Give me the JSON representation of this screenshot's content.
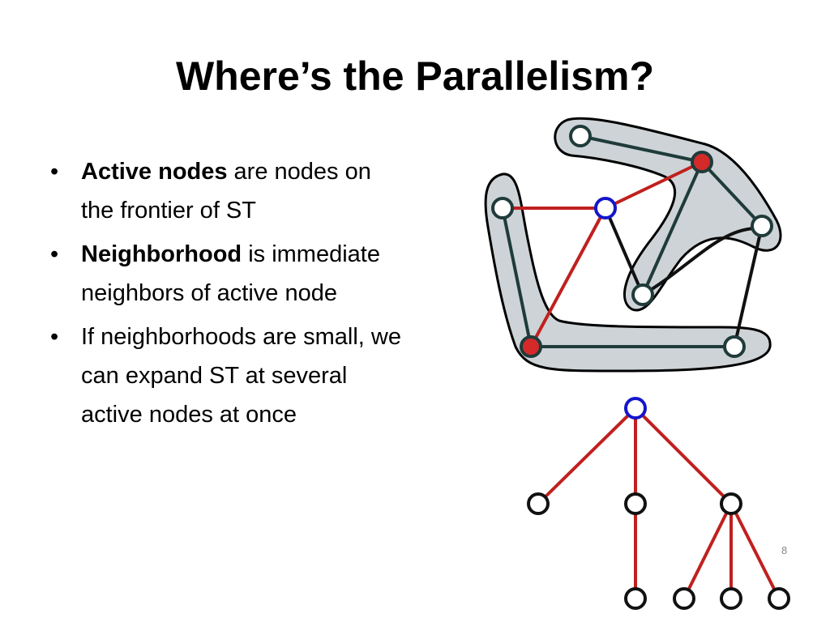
{
  "slide": {
    "title": "Where’s the Parallelism?",
    "page_number": "8",
    "bullets": [
      {
        "bold": "Active nodes",
        "text": " are nodes on the frontier of ST"
      },
      {
        "bold": "Neighborhood",
        "text": " is immediate neighbors of active node"
      },
      {
        "bold": "",
        "text": "If neighborhoods are small, we can expand ST at several active nodes at once"
      }
    ],
    "bullet_glyph": "•"
  },
  "colors": {
    "region_fill": "#cdd3d6",
    "tree_edge": "#1f3b3a",
    "red_edge": "#c0201e",
    "black_edge": "#111111",
    "active_node": "#d42a2a",
    "root_node": "#1515cc",
    "plain_node": "#ffffff"
  }
}
